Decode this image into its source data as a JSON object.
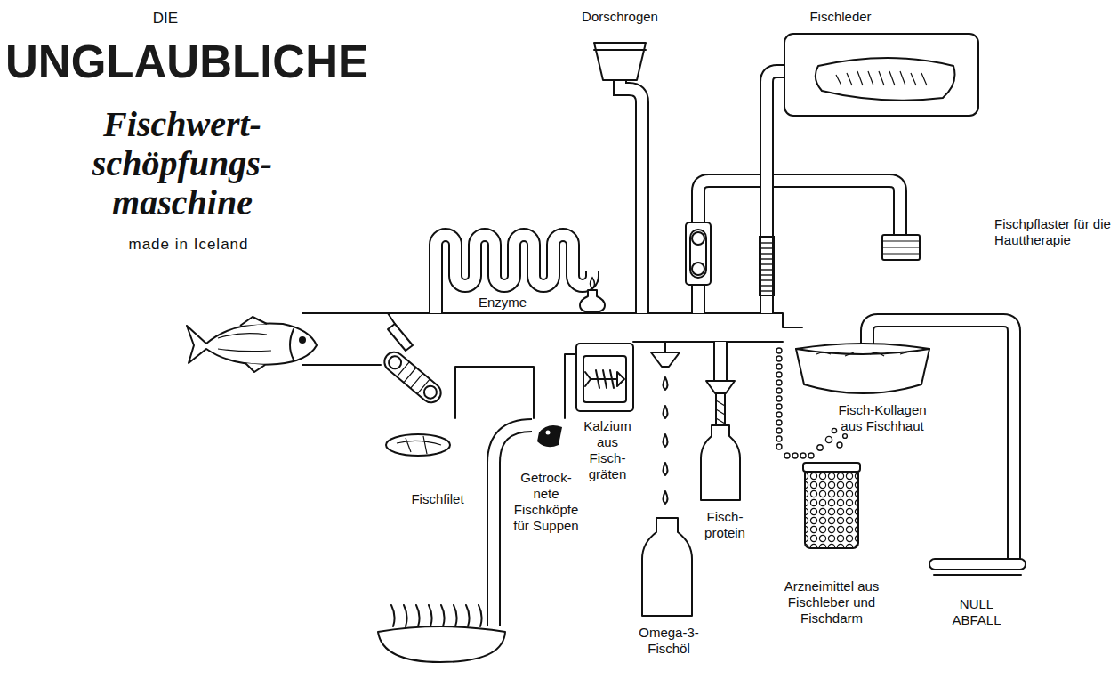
{
  "diagram": {
    "title": "UNGLAUBLICHE",
    "labels": [
      "DIE",
      "Fischwert- schöpfungs- maschine",
      "made in Iceland",
      "Dorschrogen",
      "Fischleder",
      "Fischpflaster für die Hauttherapie",
      "Enzyme",
      "Fisch-Kollagen aus Fischhaut",
      "Fischfilet",
      "Getrock- nete Fischköpfe für Suppen",
      "Kalzium aus Fisch- gräten",
      "Fisch- protein",
      "Arzneimittel aus Fischleber und Fischdarm",
      "NULL ABFALL",
      "Omega-3- Fischöl"
    ]
  }
}
